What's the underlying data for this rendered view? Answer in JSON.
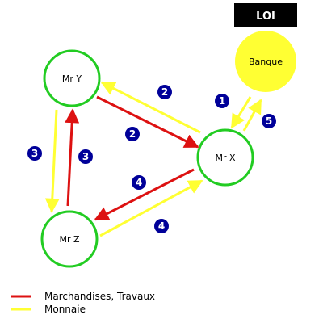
{
  "law_box": {
    "label": "LOI"
  },
  "nodes": {
    "bank": {
      "label": "Banque"
    },
    "mr_y": {
      "label": "Mr Y"
    },
    "mr_x": {
      "label": "Mr X"
    },
    "mr_z": {
      "label": "Mr Z"
    }
  },
  "steps": {
    "bank_to_x": "1",
    "x_to_y_money": "2",
    "y_to_x_goods": "2",
    "y_to_z_money": "3",
    "z_to_y_goods": "3",
    "x_to_z_goods": "4",
    "z_to_x_money": "4",
    "x_to_bank": "5"
  },
  "legend": {
    "goods": "Marchandises, Travaux",
    "money": "Monnaie"
  },
  "colors": {
    "goods": "#dd1111",
    "money": "#ffff33",
    "node_ring": "#22cc22",
    "bank_fill": "#ffff33",
    "step_badge": "#000099",
    "law_box": "#000000"
  }
}
